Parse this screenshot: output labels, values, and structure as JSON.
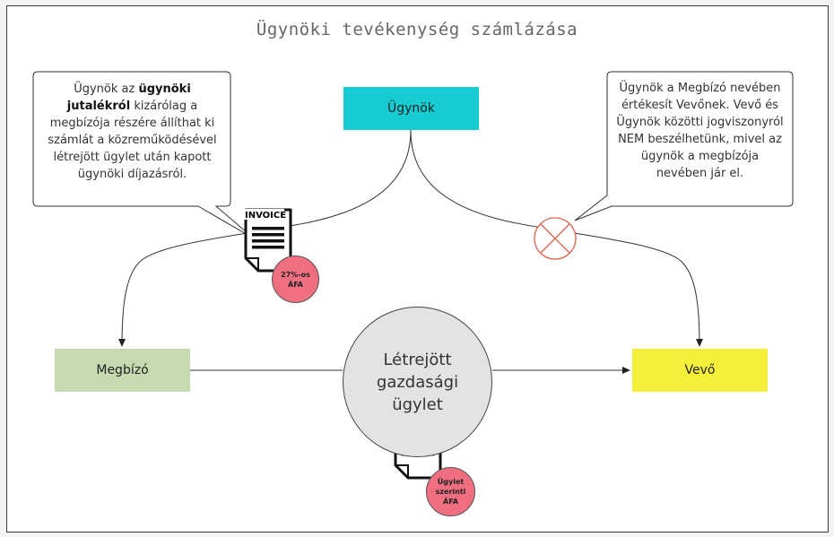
{
  "diagram": {
    "title": "Ügynöki tevékenység számlázása",
    "nodes": {
      "agent": "Ügynök",
      "principal": "Megbízó",
      "buyer": "Vevő",
      "transaction": "Létrejött gazdasági ügylet"
    },
    "callout_left": {
      "before": "Ügynök az ",
      "bold": "ügynöki jutalékról",
      "after": " kizárólag a megbízója részére állíthat ki számlát a közreműködésével létrejött ügylet után kapott ügynöki díjazásról."
    },
    "callout_right": {
      "text": "Ügynök a Megbízó nevében értékesít Vevőnek. Vevő és Ügynök közötti jogviszonyról NEM beszélhetünk, mivel az ügynök a megbízója nevében jár el."
    },
    "invoice_label": "INVOICE",
    "badges": {
      "commission_vat": "27%-os ÁFA",
      "transaction_vat": "Ügylet szerinti ÁFA"
    },
    "colors": {
      "agent": "#16ccd1",
      "principal": "#c6dab0",
      "buyer": "#f5ef3a",
      "transaction": "#e3e3e3",
      "badge": "#ef6f80",
      "cross": "#e0604a"
    }
  }
}
